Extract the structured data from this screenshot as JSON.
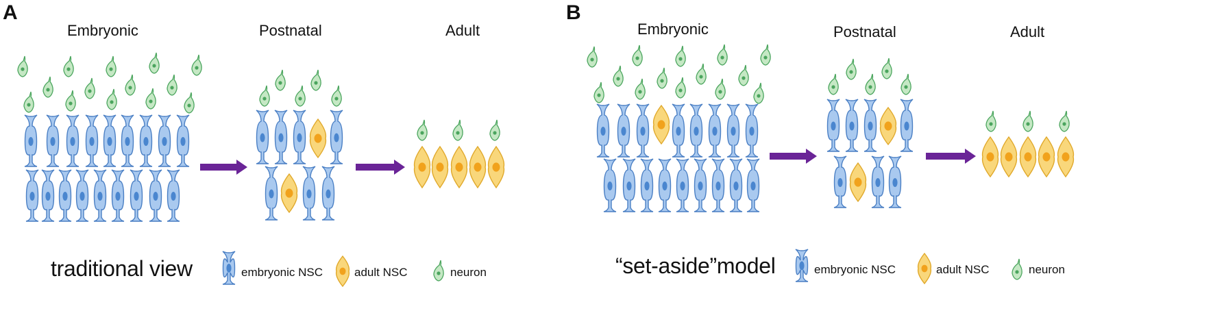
{
  "panel_a": {
    "label": "A",
    "stages": {
      "embryonic": "Embryonic",
      "postnatal": "Postnatal",
      "adult": "Adult"
    },
    "model_name": "traditional view"
  },
  "panel_b": {
    "label": "B",
    "stages": {
      "embryonic": "Embryonic",
      "postnatal": "Postnatal",
      "adult": "Adult"
    },
    "model_name": "“set-aside”model"
  },
  "legend": {
    "embryonic_nsc": "embryonic NSC",
    "adult_nsc": "adult NSC",
    "neuron": "neuron"
  },
  "colors": {
    "embryonic_fill": "#a9c9ef",
    "embryonic_stroke": "#4a7fc4",
    "embryonic_nucleus": "#4a86cf",
    "adult_fill": "#f9d77b",
    "adult_stroke": "#e0a82a",
    "adult_nucleus": "#f1a21c",
    "neuron_fill": "#c5e8c4",
    "neuron_stroke": "#4ba55e",
    "neuron_nucleus": "#4ba55e",
    "arrow": "#6a2497"
  }
}
